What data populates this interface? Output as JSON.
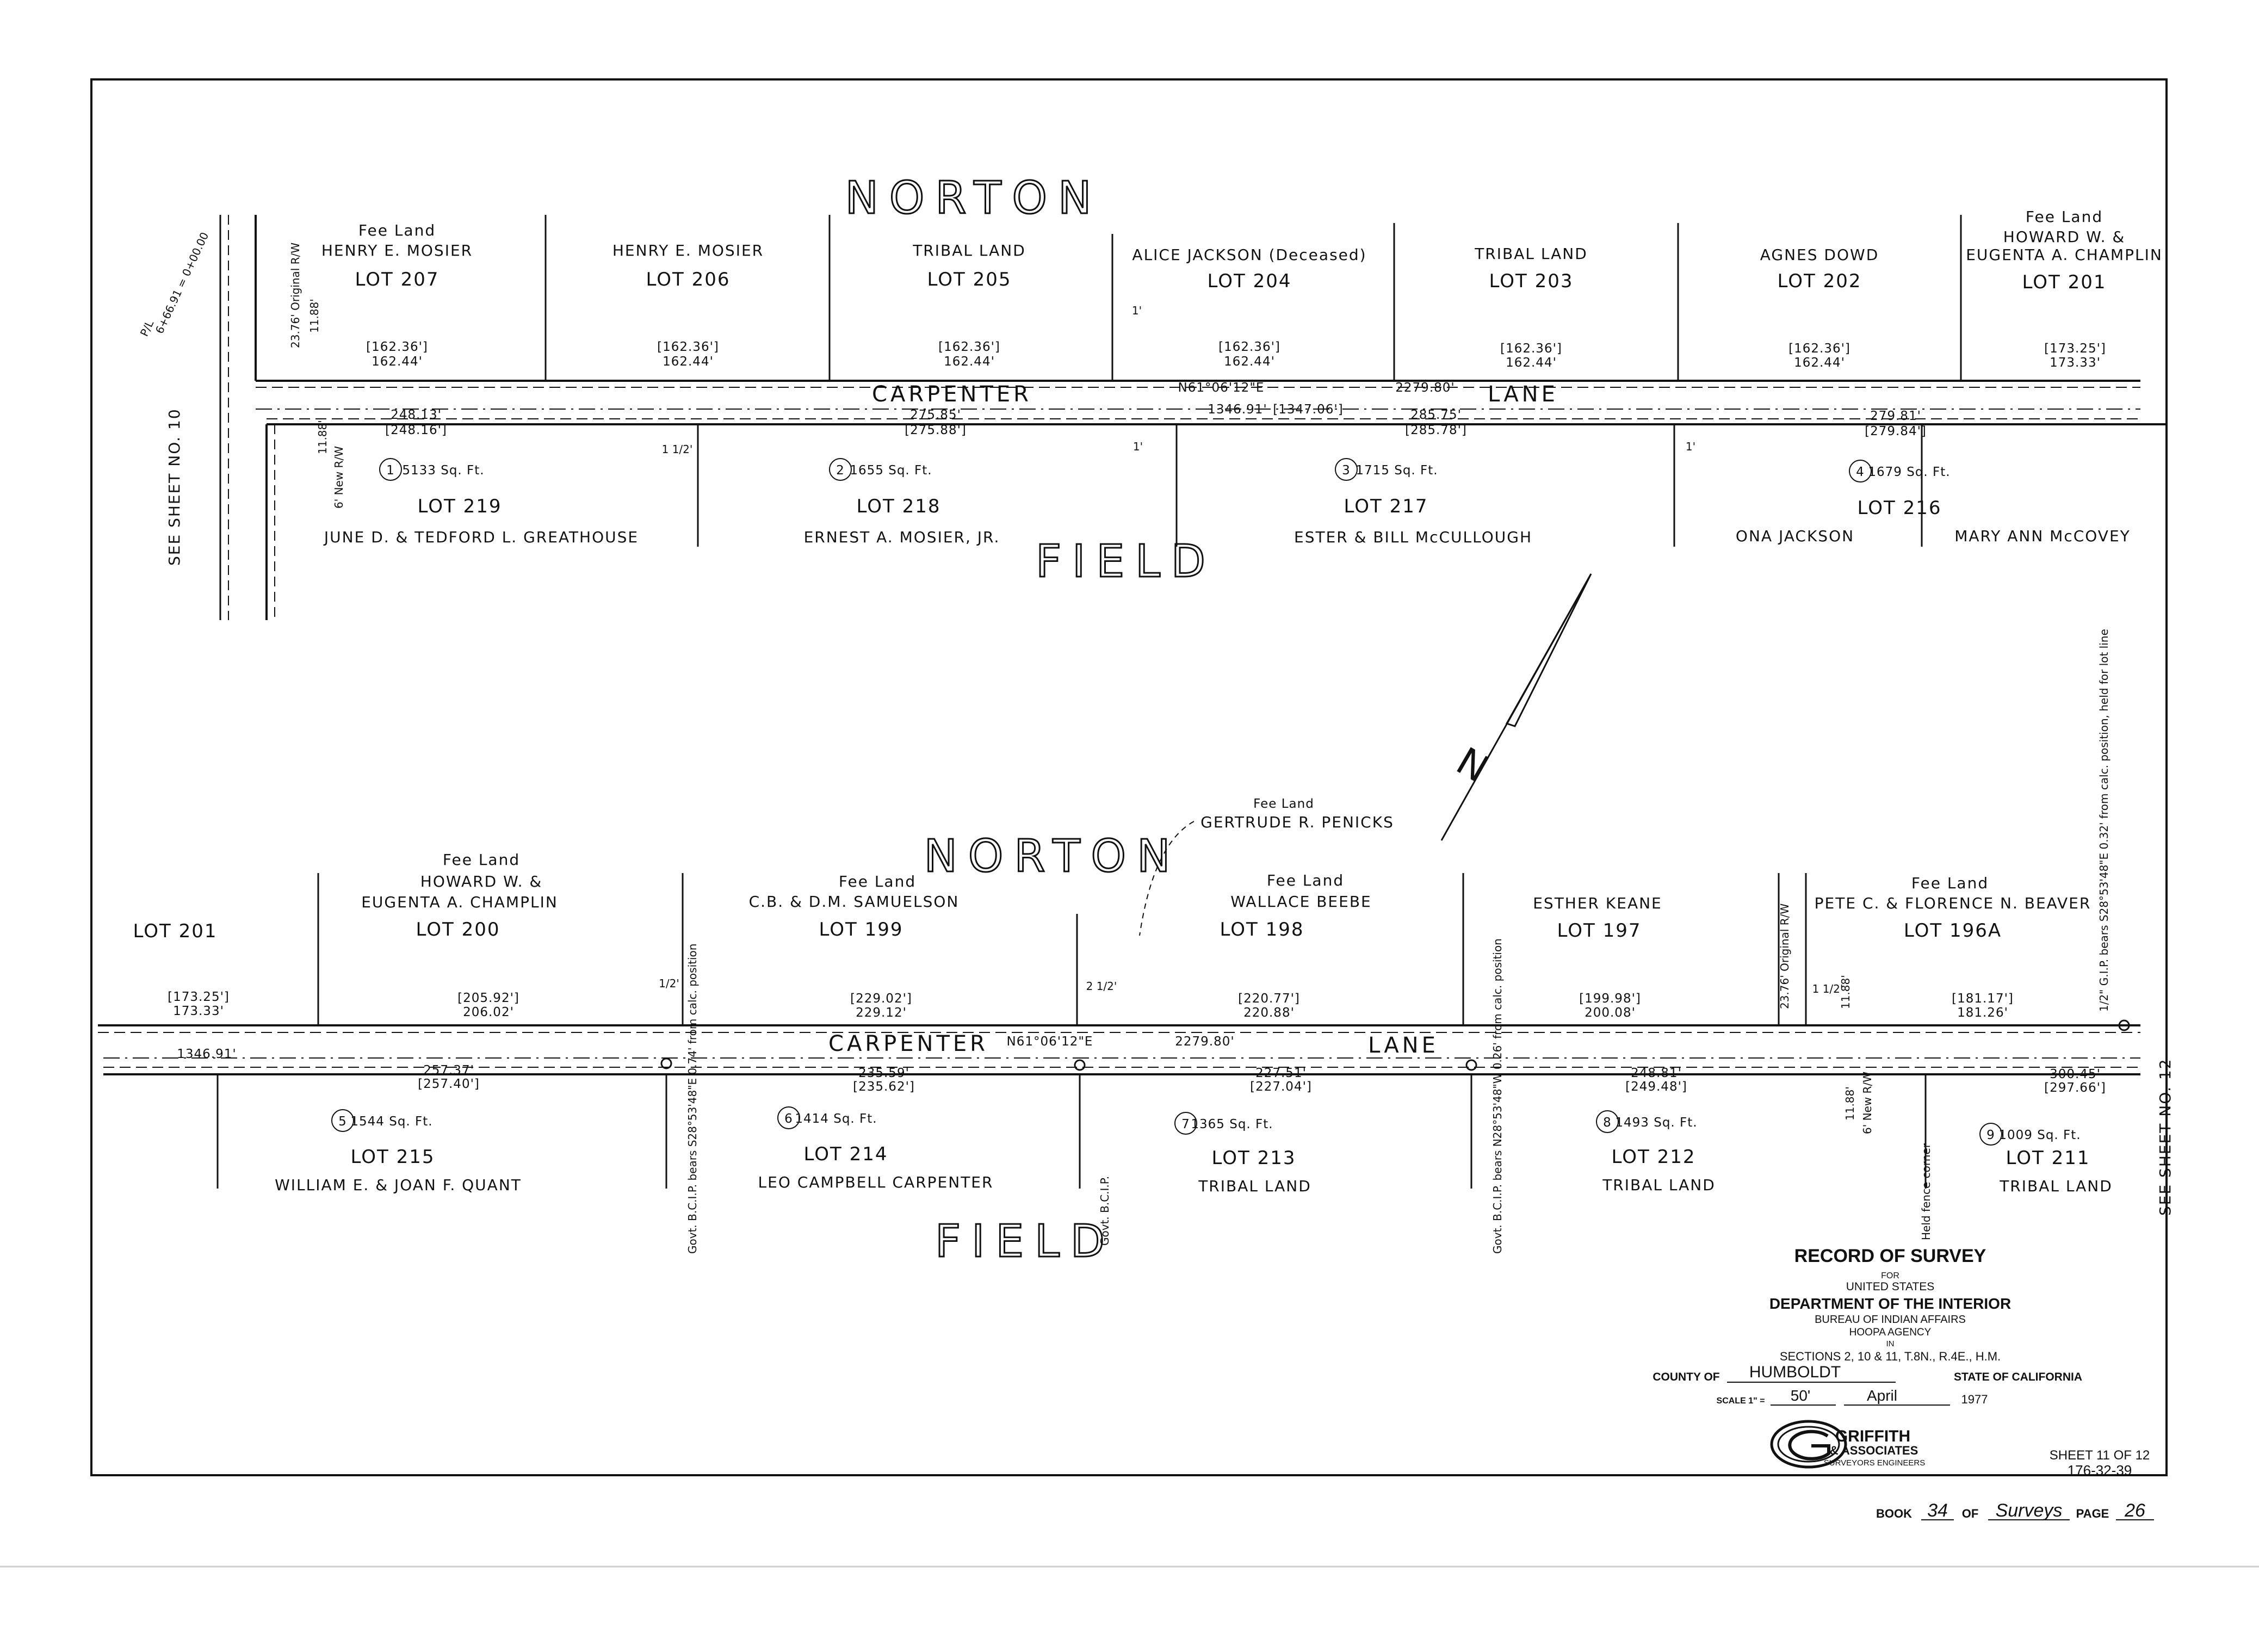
{
  "streets": {
    "norton": "NORTON",
    "field": "FIELD",
    "carpenter": "CARPENTER",
    "lane": "LANE"
  },
  "upper": {
    "lots_north": [
      {
        "owner_line1": "Fee Land",
        "owner_line2": "HENRY E. MOSIER",
        "lot": "LOT 207",
        "dim_bracket": "[162.36']",
        "dim": "162.44'"
      },
      {
        "owner_line1": "",
        "owner_line2": "HENRY E. MOSIER",
        "lot": "LOT 206",
        "dim_bracket": "[162.36']",
        "dim": "162.44'"
      },
      {
        "owner_line1": "",
        "owner_line2": "TRIBAL LAND",
        "lot": "LOT 205",
        "dim_bracket": "[162.36']",
        "dim": "162.44'"
      },
      {
        "owner_line1": "",
        "owner_line2": "ALICE JACKSON (Deceased)",
        "lot": "LOT 204",
        "dim_bracket": "[162.36']",
        "dim": "162.44'"
      },
      {
        "owner_line1": "",
        "owner_line2": "TRIBAL LAND",
        "lot": "LOT 203",
        "dim_bracket": "[162.36']",
        "dim": "162.44'"
      },
      {
        "owner_line1": "",
        "owner_line2": "AGNES DOWD",
        "lot": "LOT 202",
        "dim_bracket": "[162.36']",
        "dim": "162.44'"
      },
      {
        "owner_line1": "Fee Land",
        "owner_line2": "HOWARD W. &",
        "owner_line3": "EUGENTA A. CHAMPLIN",
        "lot": "LOT 201",
        "dim_bracket": "[173.25']",
        "dim": "173.33'"
      }
    ],
    "lots_south": [
      {
        "parcel": "1",
        "area": "5133 Sq. Ft.",
        "lot": "LOT 219",
        "owner": "JUNE D. & TEDFORD L. GREATHOUSE",
        "dim": "248.13'",
        "dim_bracket": "[248.16']"
      },
      {
        "parcel": "2",
        "area": "1655 Sq. Ft.",
        "lot": "LOT 218",
        "owner": "ERNEST A. MOSIER, JR.",
        "dim": "275.85'",
        "dim_bracket": "[275.88']"
      },
      {
        "parcel": "3",
        "area": "1715 Sq. Ft.",
        "lot": "LOT 217",
        "owner": "ESTER & BILL McCULLOUGH",
        "dim": "285.75'",
        "dim_bracket": "[285.78']"
      },
      {
        "parcel": "4",
        "area": "1679 Sq. Ft.",
        "lot": "LOT 216",
        "owner_a": "ONA JACKSON",
        "owner_b": "MARY ANN McCOVEY",
        "dim": "279.81'",
        "dim_bracket": "[279.84']"
      }
    ],
    "bearing": "N61°06'12\"E",
    "total": "2279.80'",
    "total2": "1346.91'",
    "total2_bracket": "[1347.06']",
    "orig_rw": "23.76' Original R/W",
    "new_rw": "6' New R/W",
    "offset": "11.88'",
    "station": "6+66.91 = 0+00.00",
    "station_sub": "P/L",
    "see_sheet": "SEE SHEET NO. 10",
    "one_ft": "1'",
    "one_half": "1 1/2'"
  },
  "lower": {
    "lots_north": [
      {
        "owner_line1": "",
        "owner_line2": "",
        "lot": "LOT 201",
        "dim_bracket": "[173.25']",
        "dim": "173.33'"
      },
      {
        "owner_line1": "Fee Land",
        "owner_line2": "HOWARD W. &",
        "owner_line3": "EUGENTA A. CHAMPLIN",
        "lot": "LOT 200",
        "dim_bracket": "[205.92']",
        "dim": "206.02'"
      },
      {
        "owner_line1": "Fee Land",
        "owner_line2": "C.B. & D.M. SAMUELSON",
        "lot": "LOT 199",
        "dim_bracket": "[229.02']",
        "dim": "229.12'"
      },
      {
        "owner_line1": "Fee Land",
        "owner_line2": "WALLACE BEEBE",
        "lot": "LOT 198",
        "dim_bracket": "[220.77']",
        "dim": "220.88'"
      },
      {
        "owner_line1": "",
        "owner_line2": "ESTHER KEANE",
        "lot": "LOT 197",
        "dim_bracket": "[199.98']",
        "dim": "200.08'"
      },
      {
        "owner_line1": "Fee Land",
        "owner_line2": "PETE C. & FLORENCE N. BEAVER",
        "lot": "LOT 196A",
        "dim_bracket": "[181.17']",
        "dim": "181.26'"
      }
    ],
    "lots_south": [
      {
        "parcel": "5",
        "area": "1544 Sq. Ft.",
        "lot": "LOT 215",
        "owner": "WILLIAM E. & JOAN F. QUANT",
        "dim": "257.37'",
        "dim_bracket": "[257.40']"
      },
      {
        "parcel": "6",
        "area": "1414 Sq. Ft.",
        "lot": "LOT 214",
        "owner": "LEO CAMPBELL CARPENTER",
        "dim": "235.59'",
        "dim_bracket": "[235.62']"
      },
      {
        "parcel": "7",
        "area": "1365 Sq. Ft.",
        "lot": "LOT 213",
        "owner": "TRIBAL LAND",
        "dim": "227.51'",
        "dim_bracket": "[227.04']"
      },
      {
        "parcel": "8",
        "area": "1493 Sq. Ft.",
        "lot": "LOT 212",
        "owner": "TRIBAL LAND",
        "dim": "248.81'",
        "dim_bracket": "[249.48']"
      },
      {
        "parcel": "9",
        "area": "1009 Sq. Ft.",
        "lot": "LOT 211",
        "owner": "TRIBAL LAND",
        "dim": "300.45'",
        "dim_bracket": "[297.66']"
      }
    ],
    "gertrude_fee": "Fee Land",
    "gertrude": "GERTRUDE R. PENICKS",
    "bearing": "N61°06'12\"E",
    "total": "2279.80'",
    "total2": "1346.91'",
    "note_a": "Govt. B.C.I.P. bears S28°53'48\"E 0.74' from calc. position",
    "note_b": "Govt. B.C.I.P.",
    "note_c": "Govt. B.C.I.P. bears N28°53'48\"W 0.26' from calc. position",
    "note_d": "Held fence corner",
    "note_e": "1/2\" G.I.P. bears S28°53'48\"E 0.32' from calc. position, held for lot line",
    "orig_rw": "23.76' Original R/W",
    "new_rw": "6' New R/W",
    "offset": "11.88'",
    "see_sheet": "SEE SHEET NO. 12",
    "half": "1/2'",
    "two_half": "2 1/2'",
    "one_half": "1 1/2'"
  },
  "title_block": {
    "title": "RECORD OF SURVEY",
    "for": "FOR",
    "agency1": "UNITED STATES",
    "agency2": "DEPARTMENT OF THE INTERIOR",
    "agency3": "BUREAU OF INDIAN AFFAIRS",
    "agency4": "HOOPA AGENCY",
    "in": "IN",
    "sections": "SECTIONS 2, 10 & 11, T.8N., R.4E., H.M.",
    "county_label": "COUNTY OF",
    "county": "HUMBOLDT",
    "state": "STATE OF CALIFORNIA",
    "scale_label": "SCALE 1\" =",
    "scale": "50'",
    "month": "April",
    "year": "1977",
    "firm1": "GRIFFITH",
    "firm2": "& ASSOCIATES",
    "firm3": "SURVEYORS ENGINEERS",
    "sheet": "SHEET 11 OF 12",
    "file_no": "176-32-39"
  },
  "book": {
    "book_label": "BOOK",
    "book_no": "34",
    "of_label": "OF",
    "type": "Surveys",
    "page_label": "PAGE",
    "page_no": "26"
  },
  "north_arrow": "N"
}
